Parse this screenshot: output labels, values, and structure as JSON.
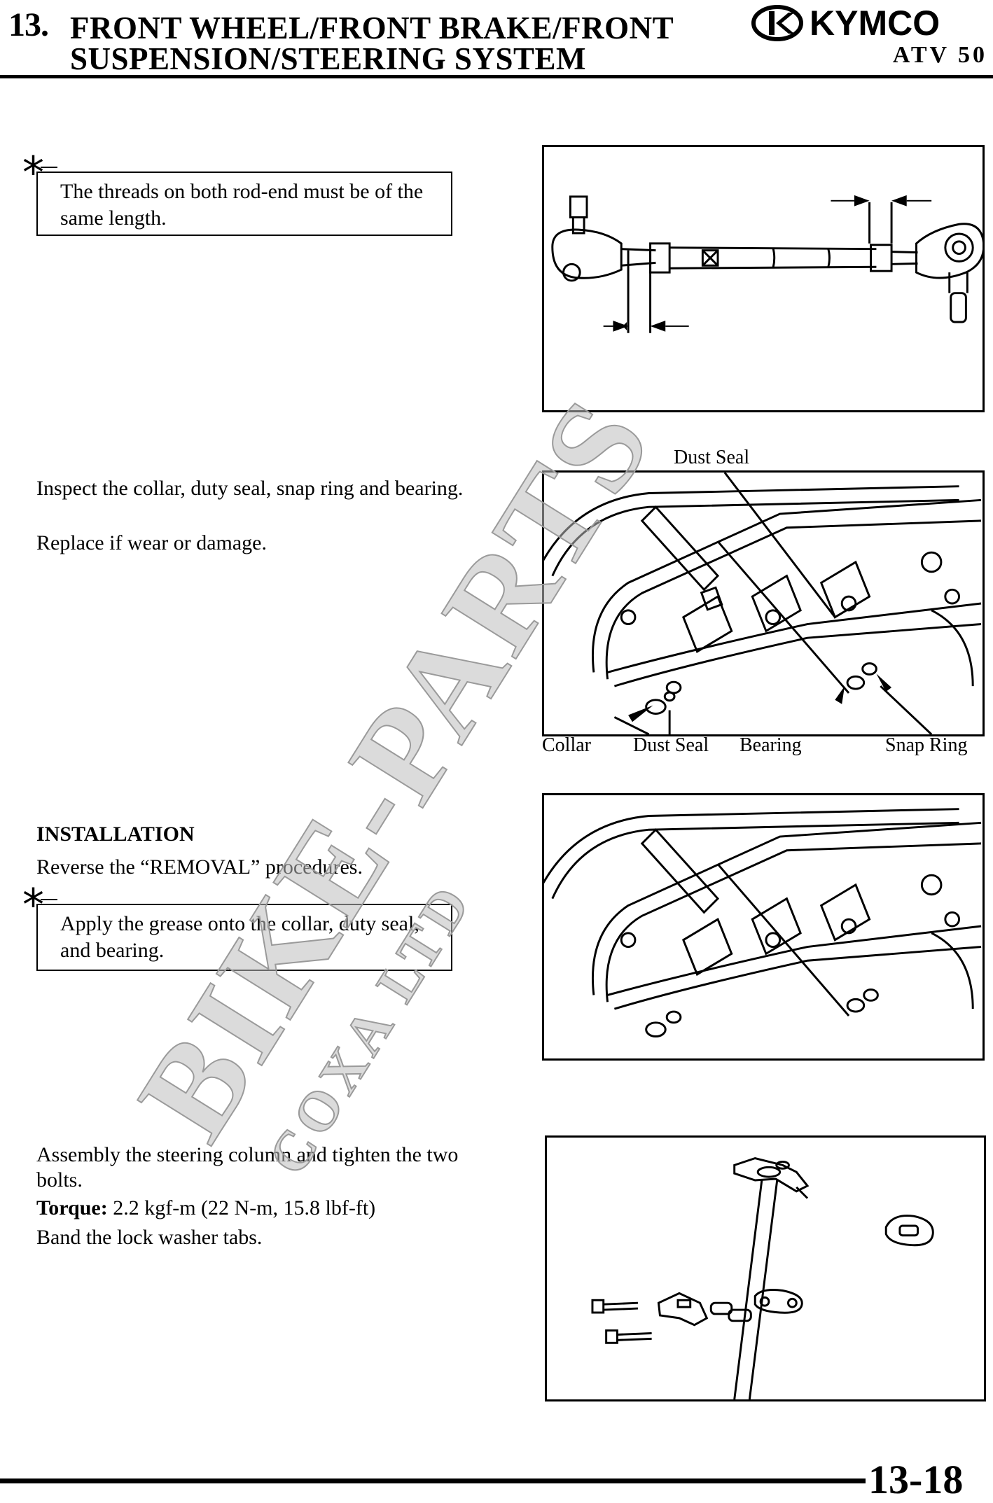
{
  "header": {
    "chapter_number": "13.",
    "chapter_title_line1": "FRONT WHEEL/FRONT BRAKE/FRONT",
    "chapter_title_line2": "SUSPENSION/STEERING SYSTEM",
    "brand": "KYMCO",
    "model": "ATV 50"
  },
  "sections": {
    "note1": "The threads on both rod-end must be of the same length.",
    "inspect_line1": "Inspect the collar, duty seal, snap ring and bearing.",
    "inspect_line2": "Replace if wear or damage.",
    "installation_heading": "INSTALLATION",
    "installation_text": "Reverse the “REMOVAL” procedures.",
    "note2": "Apply the grease onto the collar, duty seal, and bearing.",
    "assembly_text": "Assembly the steering column and tighten the two bolts.",
    "torque_label": "Torque:",
    "torque_value": " 2.2 kgf-m (22 N-m, 15.8 lbf-ft)",
    "lock_washer_text": "Band the lock washer tabs."
  },
  "figure_labels": {
    "dust_seal_top": "Dust Seal",
    "collar": "Collar",
    "dust_seal_bottom": "Dust Seal",
    "bearing": "Bearing",
    "snap_ring": "Snap Ring"
  },
  "watermark": {
    "main": "BIKE-PARTS",
    "sub": "COXA LTD"
  },
  "footer": {
    "page_number": "13-18"
  },
  "note_marker": "*"
}
